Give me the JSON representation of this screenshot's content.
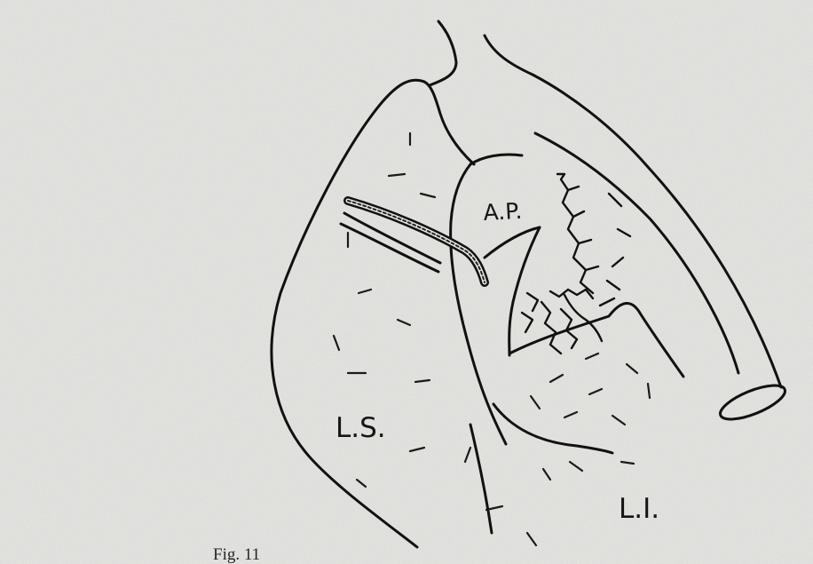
{
  "figure": {
    "caption": "Fig. 11",
    "labels": {
      "arteria_pulmonalis": "A.P.",
      "lobus_superior": "L.S.",
      "lobus_inferior": "L.I."
    }
  }
}
